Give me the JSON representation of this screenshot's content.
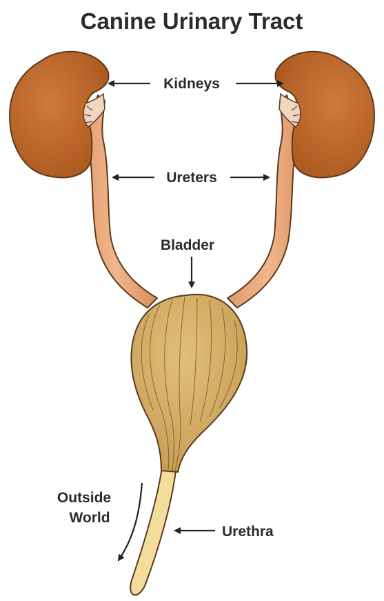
{
  "title": "Canine Urinary Tract",
  "labels": {
    "kidneys": "Kidneys",
    "ureters": "Ureters",
    "bladder": "Bladder",
    "urethra": "Urethra",
    "outside_line1": "Outside",
    "outside_line2": "World"
  },
  "colors": {
    "kidney": "#c0682c",
    "ureter": "#e8a77a",
    "bladder": "#d4ad62",
    "urethra": "#f3dc9c",
    "outline": "#5a3a1c",
    "text": "#2b2b2b"
  }
}
